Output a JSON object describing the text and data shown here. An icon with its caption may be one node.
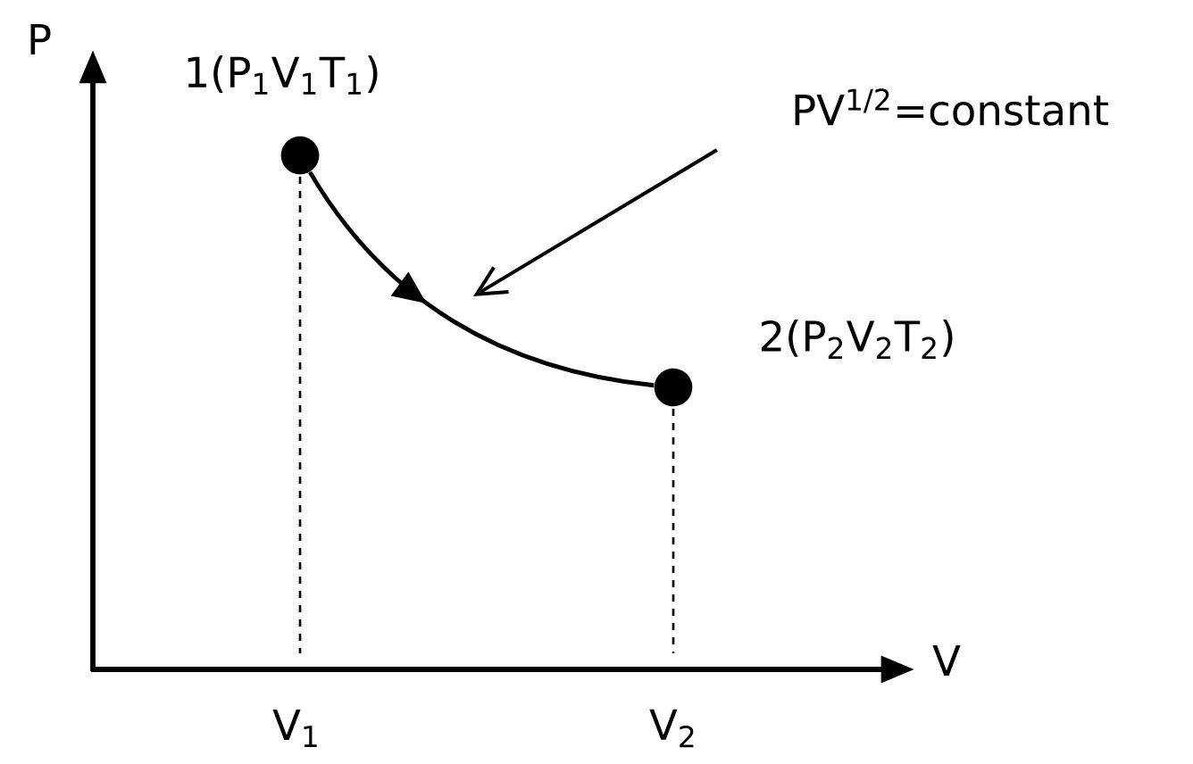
{
  "diagram": {
    "nodes": [
      {
        "text": [],
        "shape": "circle",
        "beside": [
          "1(P$_{1}$V$_{1}$T$_{1}$)"
        ]
      },
      {
        "text": [],
        "shape": "circle",
        "beside": [
          "2(P$_{2}$V$_{2}$T$_{2}$)"
        ]
      },
      {
        "text": [
          "PV$^{1/2}$=constant"
        ]
      }
    ],
    "edges": [
      {
        "from": 0,
        "to": 1,
        "arrow": "to"
      },
      {
        "from": 2,
        "to": null,
        "arrow": "to"
      }
    ],
    "labels": [
      "P",
      "V",
      "V$_{1}$",
      "V$_{2}$"
    ]
  }
}
